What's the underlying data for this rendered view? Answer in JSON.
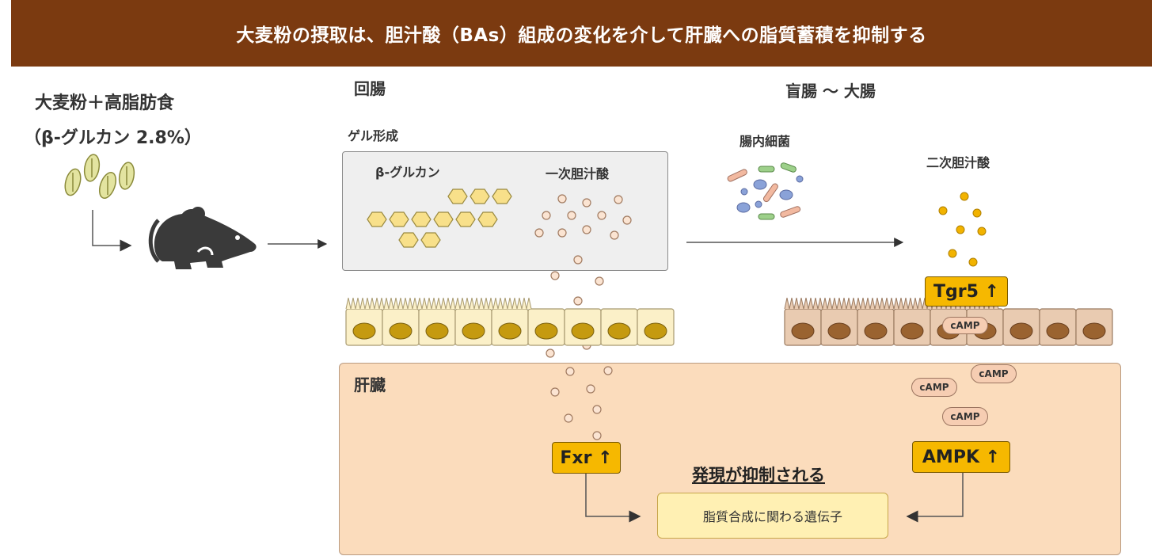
{
  "title": "大麦粉の摂取は、胆汁酸（BAs）組成の変化を介して肝臓への脂質蓄積を抑制する",
  "diet": {
    "line1": "大麦粉＋高脂肪食",
    "line2": "（β-グルカン 2.8%）"
  },
  "ileum": {
    "label": "回腸",
    "gel_label": "ゲル形成",
    "beta_glucan": "β-グルカン",
    "primary_ba": "一次胆汁酸"
  },
  "colon": {
    "label": "盲腸 〜 大腸",
    "bacteria": "腸内細菌",
    "secondary_ba": "二次胆汁酸"
  },
  "liver": {
    "label": "肝臓",
    "suppressed": "発現が抑制される",
    "genes": "脂質合成に関わる遺伝子"
  },
  "tags": {
    "fxr": "Fxr ↑",
    "ampk": "AMPK ↑",
    "tgr5": "Tgr5 ↑"
  },
  "camp_label": "cAMP",
  "colors": {
    "header": "#7b3a10",
    "tag": "#f6b800",
    "liver_bg": "#fbdcbc",
    "ileum_cell": "#fbf0c8",
    "colon_cell": "#e9cbb1"
  }
}
